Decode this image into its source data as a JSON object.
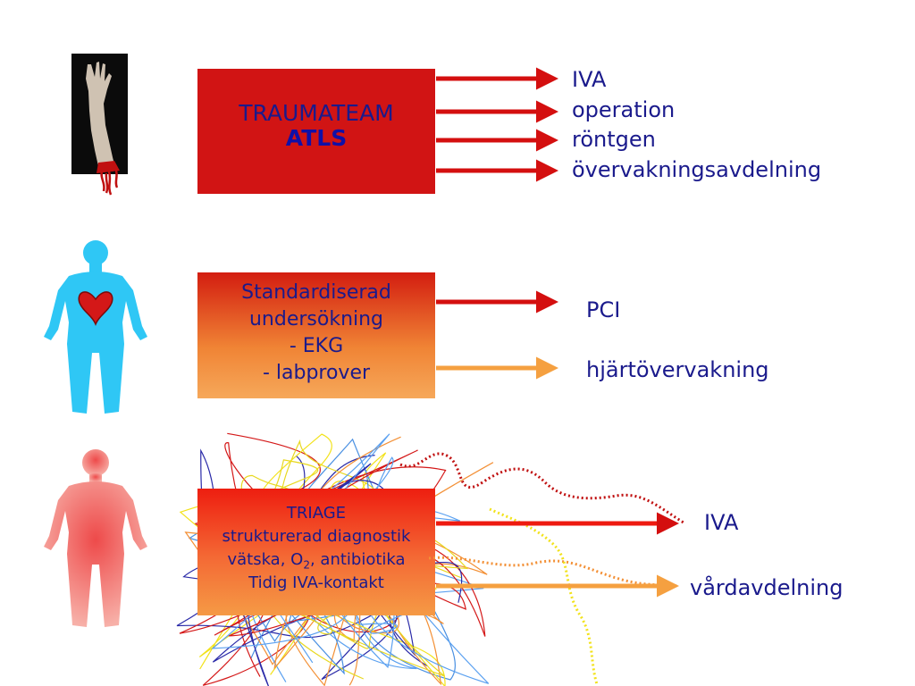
{
  "rows": [
    {
      "icon": "severed-arm-icon",
      "box_lines": [
        "TRAUMATEAM",
        "ATLS"
      ],
      "destinations": [
        "IVA",
        "operation",
        "röntgen",
        "övervakningsavdelning"
      ]
    },
    {
      "icon": "heart-body-icon",
      "box_lines": [
        "Standardiserad",
        "undersökning",
        "- EKG",
        "- labprover"
      ],
      "destinations": [
        "PCI",
        "hjärtövervakning"
      ]
    },
    {
      "icon": "pink-body-icon",
      "box_lines": [
        "TRIAGE",
        "strukturerad diagnostik",
        "vätska, O",
        "2",
        ", antibiotika",
        "Tidig IVA-kontakt"
      ],
      "destinations": [
        "IVA",
        "vårdavdelning"
      ]
    }
  ],
  "colors": {
    "text": "#1a1a8c",
    "arrow_red": "#d40f0f",
    "arrow_orange": "#f5a040",
    "box_red": "#d11414",
    "body_blue": "#2fc7f5",
    "body_pink": "#f08080"
  }
}
